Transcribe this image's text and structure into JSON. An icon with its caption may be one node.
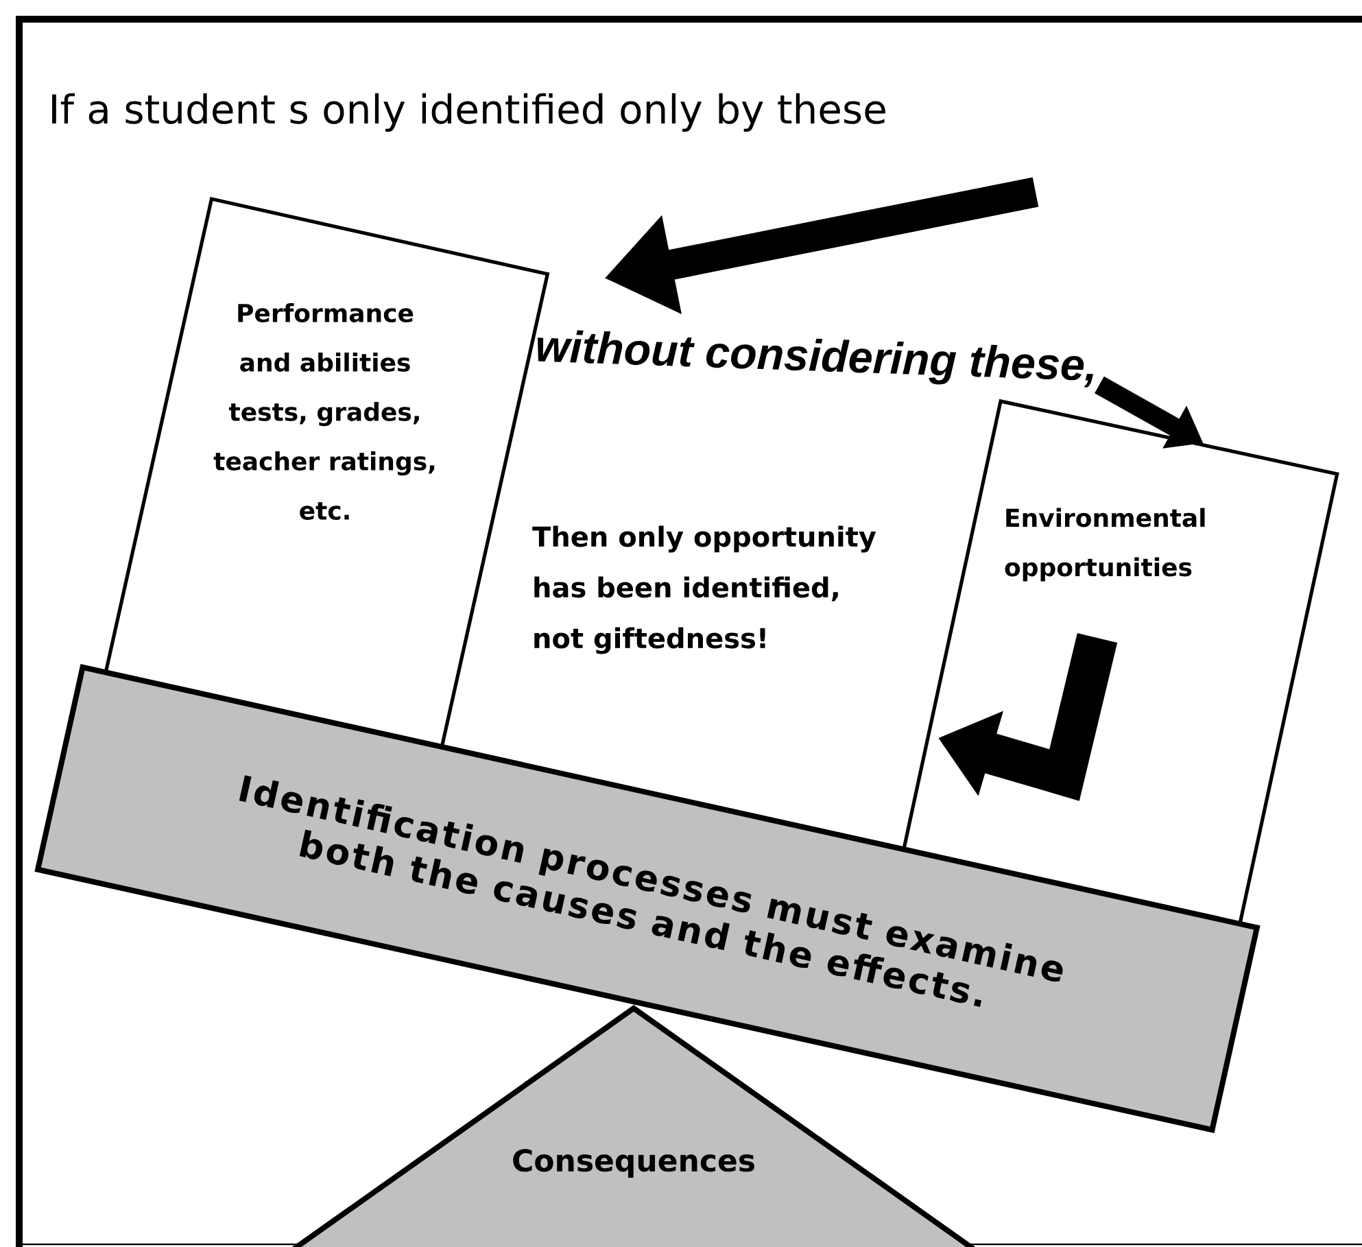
{
  "diagram": {
    "title": "If a student s only identified only by these",
    "nodes": [
      {
        "text": [
          "Performance and abilities tests, grades, teacher ratings, etc."
        ]
      },
      {
        "text": [
          "without considering these,"
        ]
      },
      {
        "text": [
          "Environmental opportunities"
        ]
      },
      {
        "text": [
          "Then only opportunity has been identified, not giftedness!"
        ]
      },
      {
        "text": [
          "Identification processes must examine both the causes and the effects."
        ]
      },
      {
        "text": [
          "Consequences"
        ]
      }
    ],
    "edges": [
      {
        "from": null,
        "to": 0,
        "arrow": "to"
      },
      {
        "from": 1,
        "to": 2,
        "arrow": "to"
      }
    ]
  }
}
